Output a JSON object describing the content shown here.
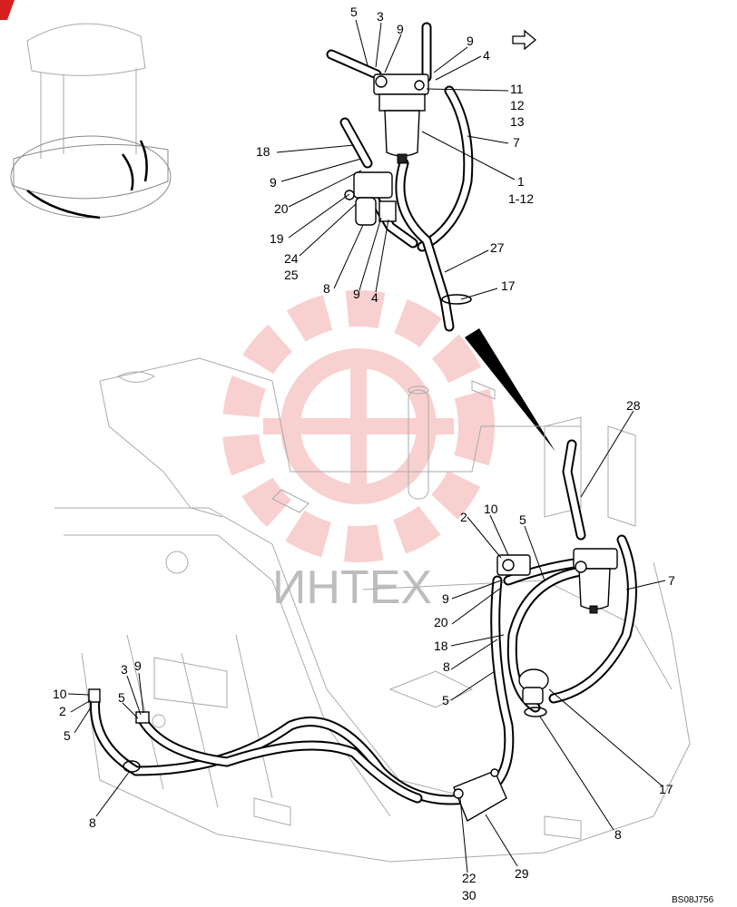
{
  "diagram": {
    "code": "BS08J756",
    "watermark_text": "ИНТЕХ",
    "callouts_top": [
      "5",
      "3",
      "9",
      "9",
      "4",
      "11",
      "12",
      "13",
      "7",
      "1",
      "1-12",
      "18",
      "9",
      "20",
      "19",
      "24",
      "25",
      "8",
      "9",
      "4",
      "27",
      "17"
    ],
    "callouts_bottom": [
      "28",
      "7",
      "10",
      "2",
      "5",
      "9",
      "20",
      "18",
      "8",
      "5",
      "17",
      "8",
      "10",
      "2",
      "5",
      "3",
      "9",
      "5",
      "8",
      "22",
      "30",
      "29"
    ]
  }
}
